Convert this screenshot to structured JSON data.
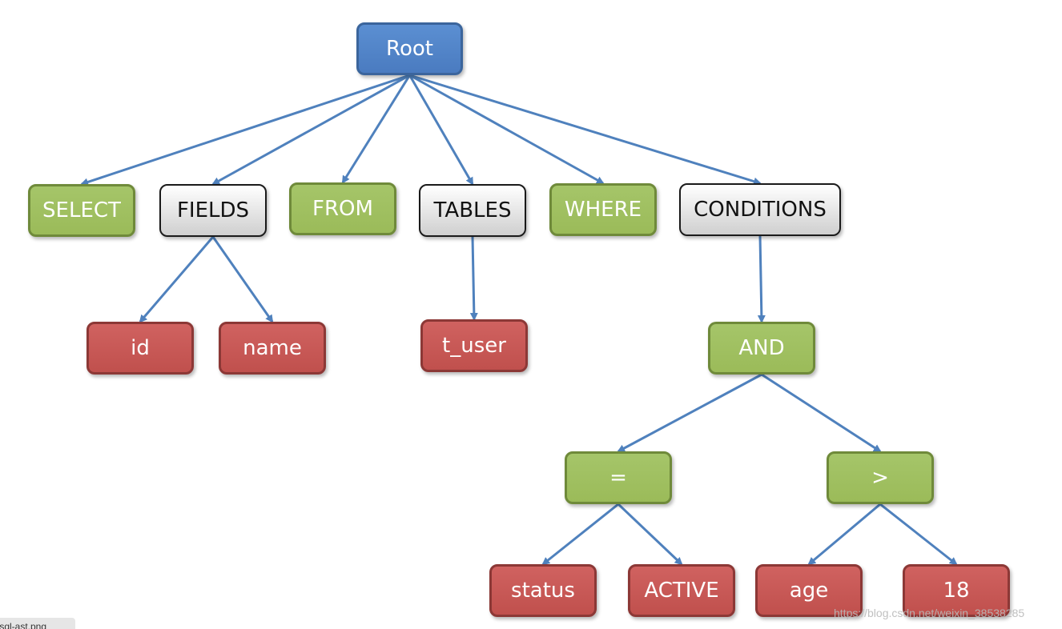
{
  "nodes": {
    "root": "Root",
    "select": "SELECT",
    "fields": "FIELDS",
    "from": "FROM",
    "tables": "TABLES",
    "where": "WHERE",
    "conditions": "CONDITIONS",
    "id": "id",
    "name": "name",
    "t_user": "t_user",
    "and": "AND",
    "eq": "=",
    "gt": ">",
    "status": "status",
    "active": "ACTIVE",
    "age": "age",
    "eighteen": "18"
  },
  "edges": [
    [
      "root",
      "select"
    ],
    [
      "root",
      "fields"
    ],
    [
      "root",
      "from"
    ],
    [
      "root",
      "tables"
    ],
    [
      "root",
      "where"
    ],
    [
      "root",
      "conditions"
    ],
    [
      "fields",
      "id"
    ],
    [
      "fields",
      "name"
    ],
    [
      "tables",
      "t_user"
    ],
    [
      "conditions",
      "and"
    ],
    [
      "and",
      "eq"
    ],
    [
      "and",
      "gt"
    ],
    [
      "eq",
      "status"
    ],
    [
      "eq",
      "active"
    ],
    [
      "gt",
      "age"
    ],
    [
      "gt",
      "eighteen"
    ]
  ],
  "colors": {
    "keyword": "#9bbb59",
    "group": "#d9d9d9",
    "value": "#c0504d",
    "root": "#4f81bd",
    "edge": "#4f81bd"
  },
  "watermark": "https://blog.csdn.net/weixin_38538285",
  "filename": "/sql-ast.png"
}
